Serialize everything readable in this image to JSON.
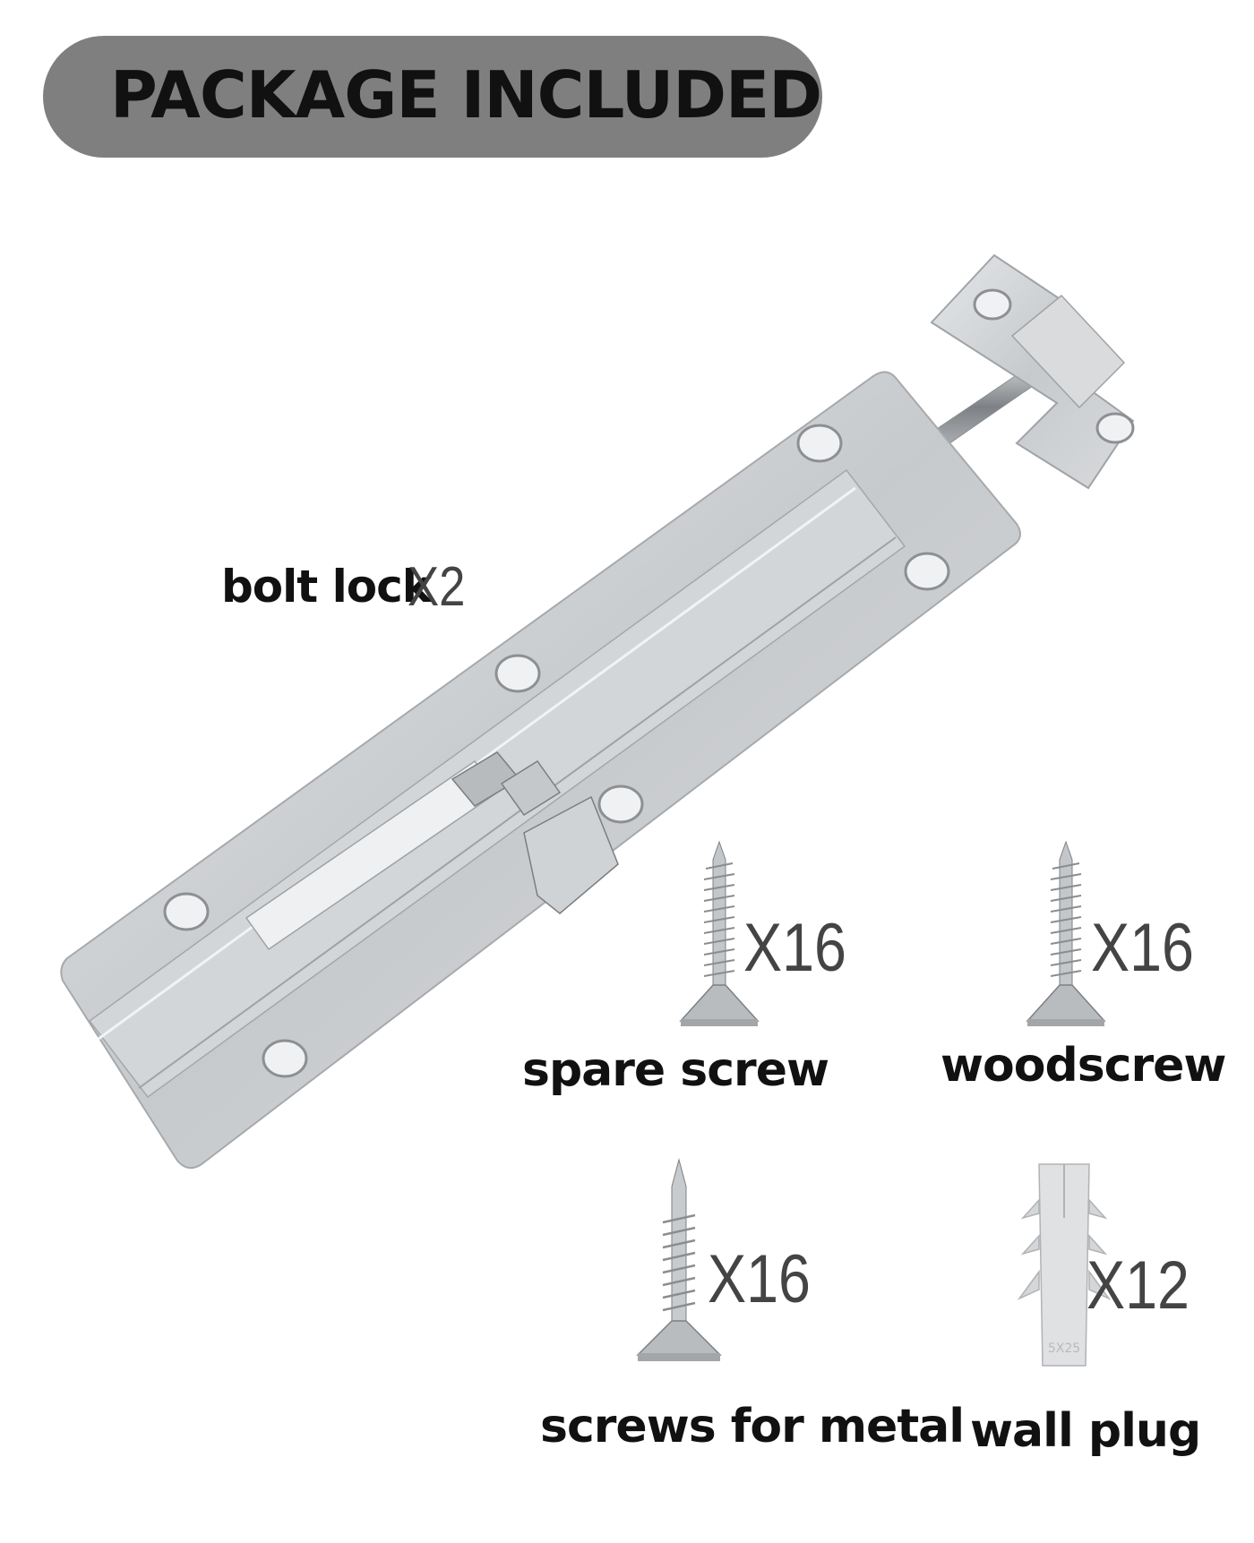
{
  "header": {
    "title": "PACKAGE INCLUDED"
  },
  "items": [
    {
      "name": "bolt lock",
      "qty": "X2"
    },
    {
      "name": "spare screw",
      "qty": "X16"
    },
    {
      "name": "woodscrew",
      "qty": "X16"
    },
    {
      "name": "screws for metal",
      "qty": "X16"
    },
    {
      "name": "wall plug",
      "qty": "X12"
    }
  ],
  "plug_marking": "5X25",
  "colors": {
    "banner": "#7f7f7f",
    "text": "#111111",
    "qty_text": "#444444",
    "metal": "#c9ccd0"
  }
}
